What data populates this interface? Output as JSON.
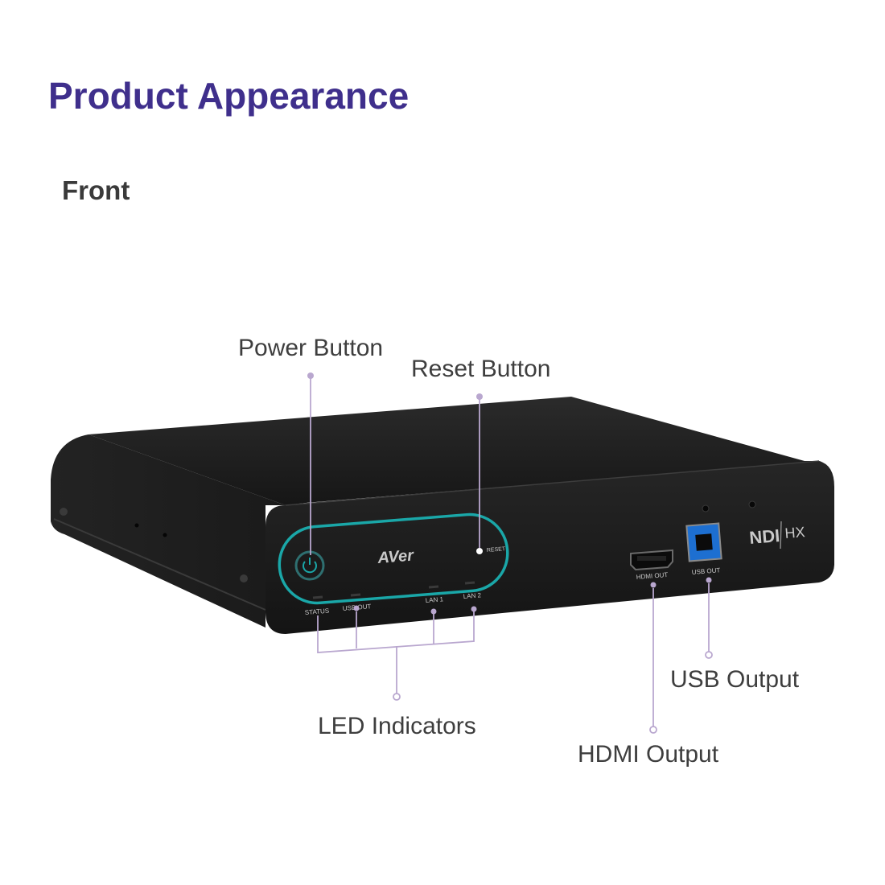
{
  "title": "Product Appearance",
  "section": "Front",
  "callouts": {
    "power": "Power Button",
    "reset": "Reset Button",
    "led": "LED Indicators",
    "hdmi": "HDMI Output",
    "usb": "USB Output"
  },
  "device": {
    "brand": "AVer",
    "ndi_logo": "NDI",
    "hx_logo": "HX",
    "labels": {
      "reset": "RESET",
      "status": "STATUS",
      "usb_out_led": "USB OUT",
      "lan1": "LAN 1",
      "lan2": "LAN 2",
      "hdmi_port": "HDMI OUT",
      "usb_port": "USB OUT"
    }
  },
  "colors": {
    "title": "#3f2f8c",
    "leader": "#b9a7cf",
    "accent_ring": "#1aa7a8",
    "usb_blue": "#1d6fd1"
  }
}
